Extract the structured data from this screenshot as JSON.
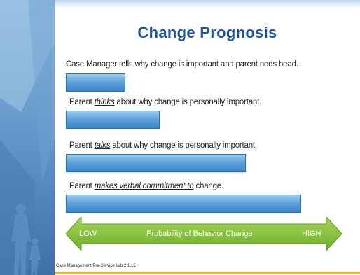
{
  "slide": {
    "title": "Change Prognosis",
    "lines": [
      {
        "prefix": "Case Manager tells why change is important and parent nods head.",
        "emphasis": "",
        "suffix": ""
      },
      {
        "prefix": "Parent ",
        "emphasis": "thinks",
        "suffix": " about why change is personally important."
      },
      {
        "prefix": "Parent ",
        "emphasis": "talks",
        "suffix": " about why change is personally important."
      },
      {
        "prefix": "Parent ",
        "emphasis": "makes verbal commitment to",
        "suffix": " change."
      }
    ],
    "bar_levels": [
      0.25,
      0.39,
      0.76,
      1.0
    ],
    "arrow": {
      "low_label": "LOW",
      "center_label": "Probability of Behavior  Change",
      "high_label": "HIGH"
    },
    "footer": "Case Management Pre-Service Lab 2.1.15"
  },
  "colors": {
    "title": "#1f55a3",
    "bar": "#5ea2dc",
    "arrow_green": "#8dc63f",
    "accent_rule": "#e6b84b"
  }
}
